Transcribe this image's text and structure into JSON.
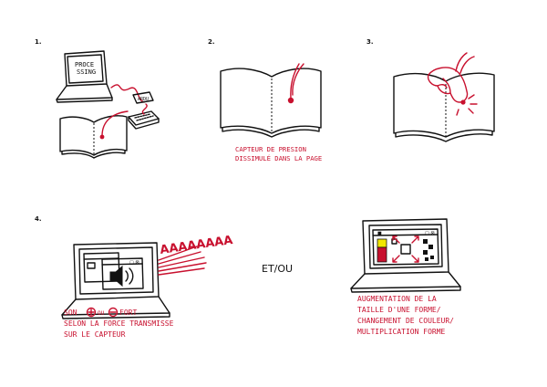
{
  "steps": [
    {
      "number": "1."
    },
    {
      "number": "2.",
      "caption": [
        "CAPTEUR DE PRESION",
        "DISSIMULÉ DANS LA PAGE"
      ]
    },
    {
      "number": "3."
    },
    {
      "number": "4.",
      "shout": "AAAAAAAA",
      "caption": [
        "SON",
        "OU",
        "FORT",
        "SELON LA FORCE TRANSMISSE",
        "SUR LE CAPTEUR"
      ]
    },
    {
      "number": "",
      "caption": [
        "AUGMENTATION DE LA",
        "TAILLE D'UNE FORME/",
        "CHANGEMENT DE COULEUR/",
        "MULTIPLICATION FORME"
      ]
    }
  ],
  "laptop_screen_text": [
    "PROCE",
    "SSING"
  ],
  "device_label": "ARDU",
  "connector_text": "ET/OU",
  "colors": {
    "ink": "#111111",
    "accent": "#c8102e",
    "highlight": "#f2e600"
  },
  "icons": [
    "laptop-icon",
    "book-icon",
    "hand-icon",
    "speaker-icon",
    "pressure-sensor-icon"
  ]
}
